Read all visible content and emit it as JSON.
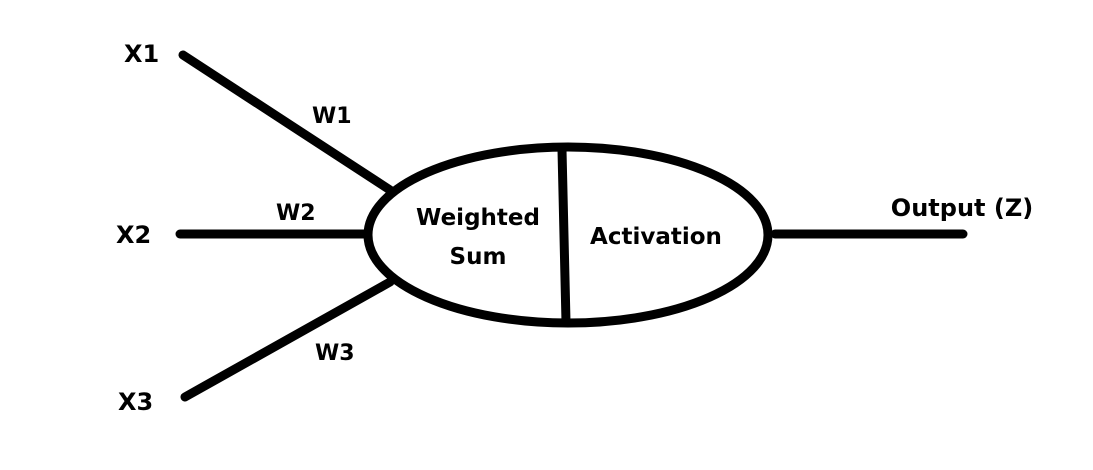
{
  "inputs": [
    {
      "label": "X1",
      "weight": "W1"
    },
    {
      "label": "X2",
      "weight": "W2"
    },
    {
      "label": "X3",
      "weight": "W3"
    }
  ],
  "neuron": {
    "left_text": [
      "Weighted",
      "Sum"
    ],
    "right_text": "Activation"
  },
  "output": {
    "label": "Output (Z)"
  },
  "colors": {
    "stroke": "#000000",
    "background": "#ffffff"
  }
}
